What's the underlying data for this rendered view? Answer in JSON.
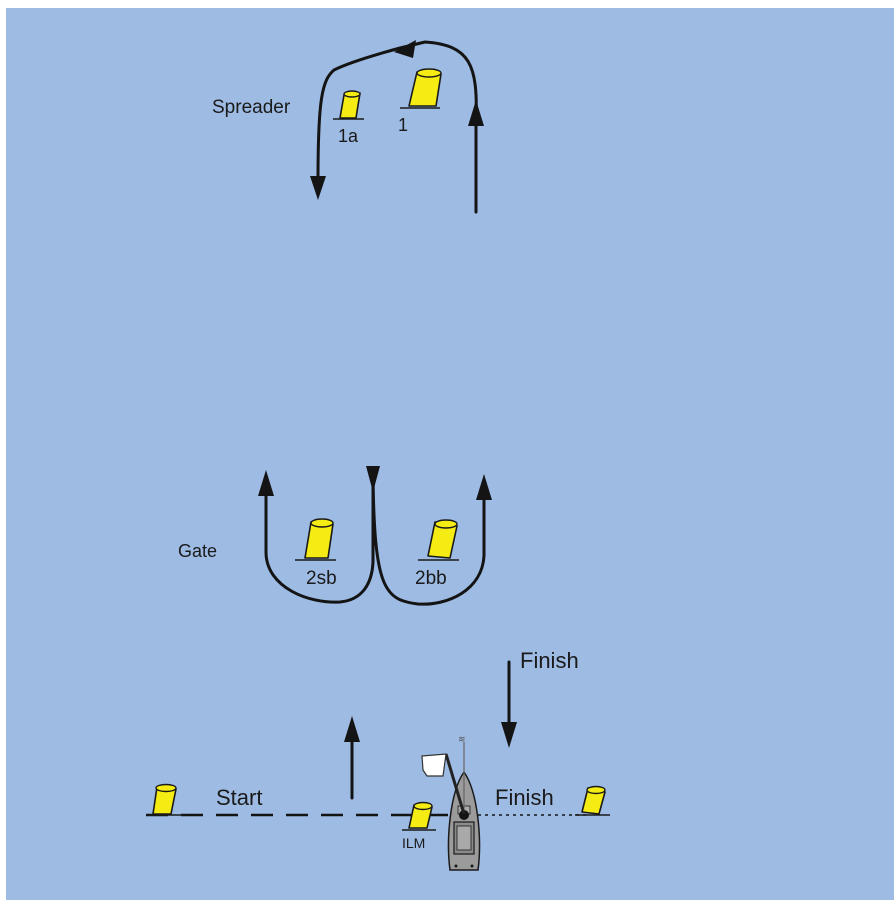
{
  "labels": {
    "spreader": "Spreader",
    "gate": "Gate",
    "start": "Start",
    "finish_top": "Finish",
    "finish_line": "Finish"
  },
  "marks": {
    "mark_1a": "1a",
    "mark_1": "1",
    "mark_2sb": "2sb",
    "mark_2bb": "2bb",
    "mark_ilm": "ILM"
  },
  "colors": {
    "water": "#9dbbe3",
    "buoy": "#f4ec12",
    "outline": "#1a1a1a",
    "boat_hull": "#9b9b9b"
  },
  "icons": {
    "buoy": "cylindrical-buoy-icon",
    "committee_boat": "committee-boat-icon",
    "flag": "flag-icon"
  }
}
